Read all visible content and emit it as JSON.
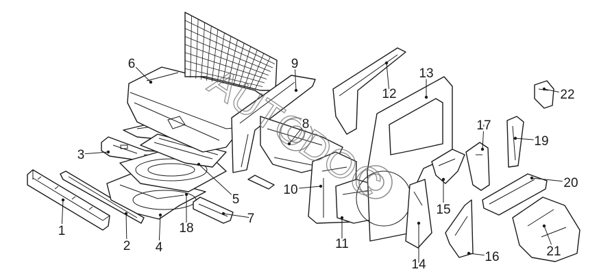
{
  "diagram": {
    "watermark": {
      "text": "AUTODOC",
      "icon": "car-parts-watermark-logo"
    },
    "parts": [
      {
        "num": "1"
      },
      {
        "num": "2"
      },
      {
        "num": "3"
      },
      {
        "num": "4"
      },
      {
        "num": "5"
      },
      {
        "num": "6"
      },
      {
        "num": "7"
      },
      {
        "num": "8"
      },
      {
        "num": "9"
      },
      {
        "num": "10"
      },
      {
        "num": "11"
      },
      {
        "num": "12"
      },
      {
        "num": "13"
      },
      {
        "num": "14"
      },
      {
        "num": "15"
      },
      {
        "num": "16"
      },
      {
        "num": "17"
      },
      {
        "num": "18"
      },
      {
        "num": "19"
      },
      {
        "num": "20"
      },
      {
        "num": "21"
      },
      {
        "num": "22"
      }
    ]
  }
}
